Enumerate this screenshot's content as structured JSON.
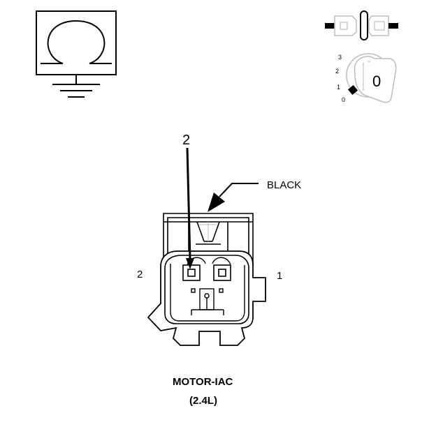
{
  "diagram": {
    "connector_name": "MOTOR-IAC",
    "engine_variant": "(2.4L)",
    "wire_color_label": "BLACK",
    "callout_pin": "2",
    "pin_labels": {
      "left": "2",
      "right": "1"
    }
  },
  "symbols": {
    "meter_icon": "ohmmeter-ground-icon",
    "connector_icon": "connector-disconnect-icon",
    "ignition_icon": "ignition-key-icon",
    "ignition_positions": [
      "3",
      "2",
      "1",
      "0"
    ],
    "ignition_key_position": "0"
  },
  "colors": {
    "line": "#000000",
    "light_gray": "#bdbdbd",
    "background": "#ffffff"
  }
}
